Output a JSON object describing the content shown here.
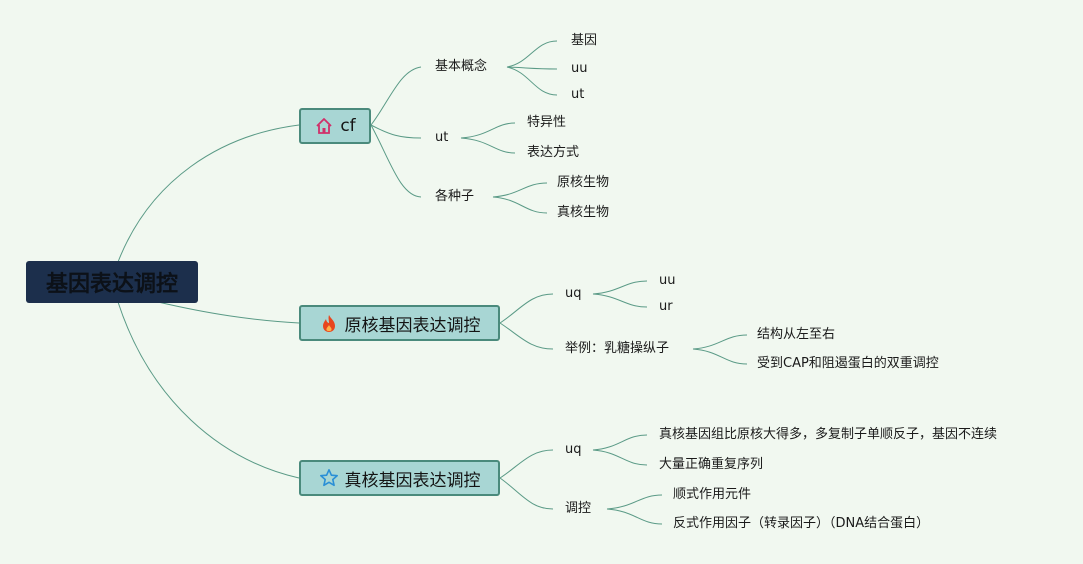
{
  "root": {
    "label": "基因表达调控"
  },
  "branches": [
    {
      "label": "cf",
      "icon": "home-icon",
      "children": [
        {
          "label": "基本概念",
          "children": [
            {
              "label": "基因"
            },
            {
              "label": "uu"
            },
            {
              "label": "ut"
            }
          ]
        },
        {
          "label": "ut",
          "children": [
            {
              "label": "特异性"
            },
            {
              "label": "表达方式"
            }
          ]
        },
        {
          "label": "各种子",
          "children": [
            {
              "label": "原核生物"
            },
            {
              "label": "真核生物"
            }
          ]
        }
      ]
    },
    {
      "label": "原核基因表达调控",
      "icon": "fire-icon",
      "children": [
        {
          "label": "uq",
          "children": [
            {
              "label": "uu"
            },
            {
              "label": "ur"
            }
          ]
        },
        {
          "label": "举例：乳糖操纵子",
          "children": [
            {
              "label": "结构从左至右"
            },
            {
              "label": "受到CAP和阻遏蛋白的双重调控"
            }
          ]
        }
      ]
    },
    {
      "label": "真核基因表达调控",
      "icon": "star-icon",
      "children": [
        {
          "label": "uq",
          "children": [
            {
              "label": "真核基因组比原核大得多，多复制子单顺反子，基因不连续"
            },
            {
              "label": "大量正确重复序列"
            }
          ]
        },
        {
          "label": "调控",
          "children": [
            {
              "label": "顺式作用元件"
            },
            {
              "label": "反式作用因子（转录因子）（DNA结合蛋白）"
            }
          ]
        }
      ]
    }
  ],
  "colors": {
    "background": "#f1f8f0",
    "root_fill": "#1c2f4c",
    "branch_fill": "#a8d6d4",
    "branch_border": "#4a8a7c",
    "connector": "#5a9a86",
    "home_icon": "#d0306a",
    "fire_icon": "#e8461e",
    "star_icon": "#2a8fd6"
  }
}
